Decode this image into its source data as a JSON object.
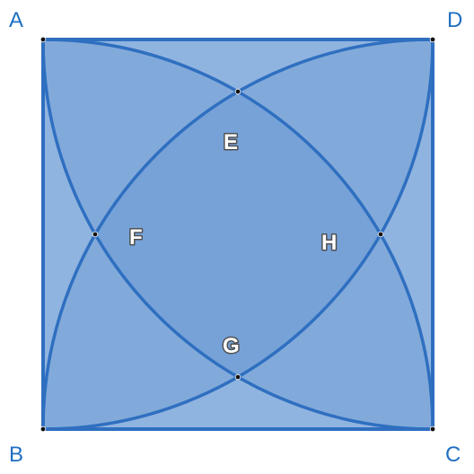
{
  "diagram": {
    "vertices": {
      "A": "A",
      "B": "B",
      "C": "C",
      "D": "D"
    },
    "intersections": {
      "E": "E",
      "F": "F",
      "G": "G",
      "H": "H"
    },
    "colors": {
      "square_fill": "#c4d6ef",
      "arc_fill": "#5b8fd0",
      "stroke": "#2f6fc0",
      "vertex_label": "#1f6fc2",
      "point": "#111111"
    }
  }
}
